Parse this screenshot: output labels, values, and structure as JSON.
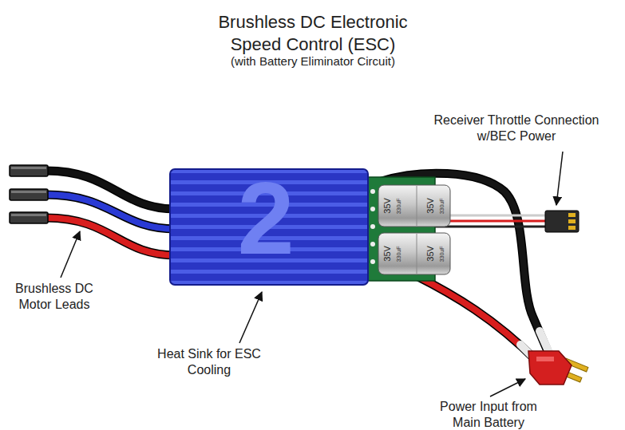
{
  "diagram": {
    "title": "Brushless DC Electronic Speed Control (ESC)",
    "labels": [
      "(with Battery Eliminator Circuit)",
      "Receiver Throttle Connection w/BEC Power",
      "35V",
      "330uF",
      "35V",
      "330uF",
      "35V",
      "330uF",
      "35V",
      "330uF",
      "2",
      "Brushless DC Motor Leads",
      "Heat Sink for ESC Cooling",
      "Power Input from Main Battery"
    ]
  }
}
